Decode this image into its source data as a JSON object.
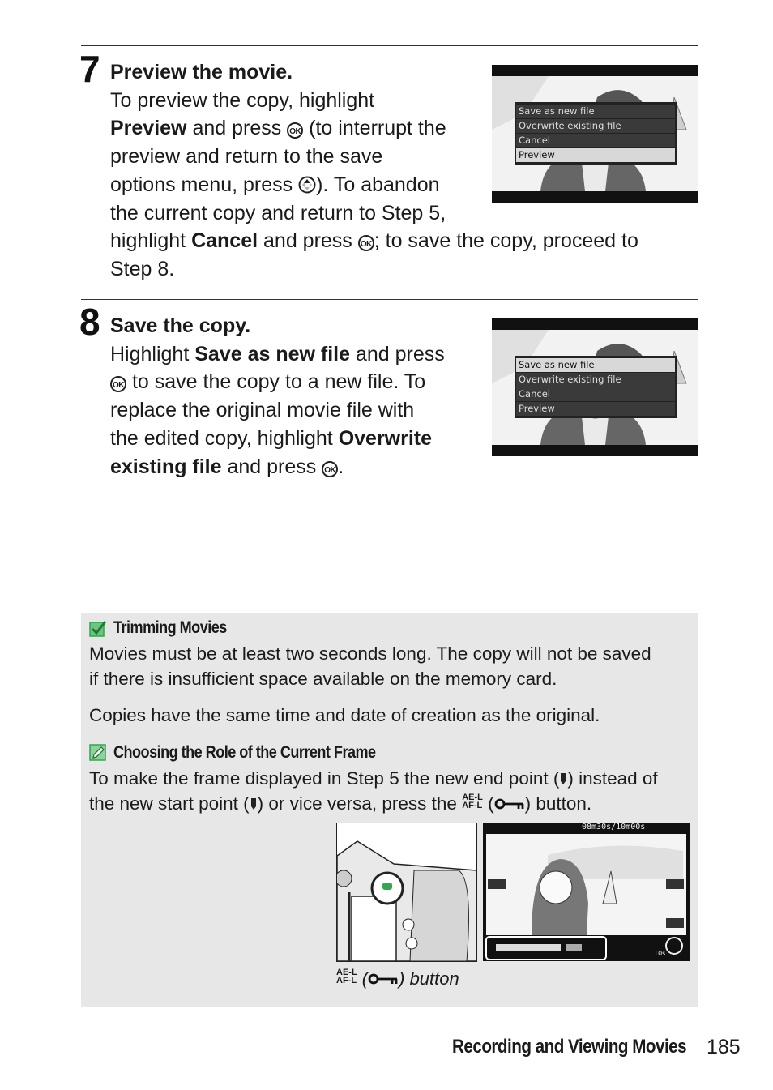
{
  "step7": {
    "number": "7",
    "title": "Preview the movie.",
    "p1": "To preview the copy, highlight",
    "bold_preview": "Preview",
    "p2": " and press ",
    "p3": " (to interrupt the",
    "p4": "preview and return to the save",
    "p5": "options menu, press ",
    "p6": ").  To abandon",
    "p7": "the current copy and return to Step 5,",
    "p8": "highlight ",
    "bold_cancel": "Cancel",
    "p9": " and press ",
    "p10": "; to save the copy, proceed to",
    "p11": "Step 8.",
    "menu": [
      {
        "label": "Save as new file",
        "selected": false
      },
      {
        "label": "Overwrite existing file",
        "selected": false
      },
      {
        "label": "Cancel",
        "selected": false
      },
      {
        "label": "Preview",
        "selected": true
      }
    ]
  },
  "step8": {
    "number": "8",
    "title": "Save the copy.",
    "p1": "Highlight ",
    "bold_save": "Save as new file",
    "p2": " and press",
    "p3": " to save the copy to a new file.  To",
    "p4": "replace the original movie file with",
    "p5": "the edited copy, highlight ",
    "bold_overwrite1": "Overwrite",
    "bold_overwrite2": "existing file",
    "p6": " and press ",
    "p7": ".",
    "menu": [
      {
        "label": "Save as new file",
        "selected": true
      },
      {
        "label": "Overwrite existing file",
        "selected": false
      },
      {
        "label": "Cancel",
        "selected": false
      },
      {
        "label": "Preview",
        "selected": false
      }
    ]
  },
  "ok_label": "OK",
  "note1": {
    "heading": "Trimming Movies",
    "line1": "Movies must be at least two seconds long.  The copy will not be saved",
    "line2": "if there is insufficient space available on the memory card.",
    "line3": "Copies have the same time and date of creation as the original."
  },
  "note2": {
    "heading": "Choosing the Role of the Current Frame",
    "line1a": "To make the frame displayed in Step 5 the new end point (",
    "line1b": ") instead of",
    "line2a": "the new start point (",
    "line2b": ") or vice versa, press the ",
    "line2c": " (",
    "line2d": ") button.",
    "ael_top": "AE-L",
    "ael_bottom": "AF-L",
    "caption_tail": ") button",
    "caption_open": " (",
    "timecode": "08m30s/10m00s",
    "seg_time": "10s"
  },
  "footer": {
    "title": "Recording and Viewing Movies",
    "page": "185"
  },
  "colors": {
    "note_bg": "#e7e7e7",
    "check_green": "#2fa84f",
    "menu_selected": "#d8d8d8"
  }
}
